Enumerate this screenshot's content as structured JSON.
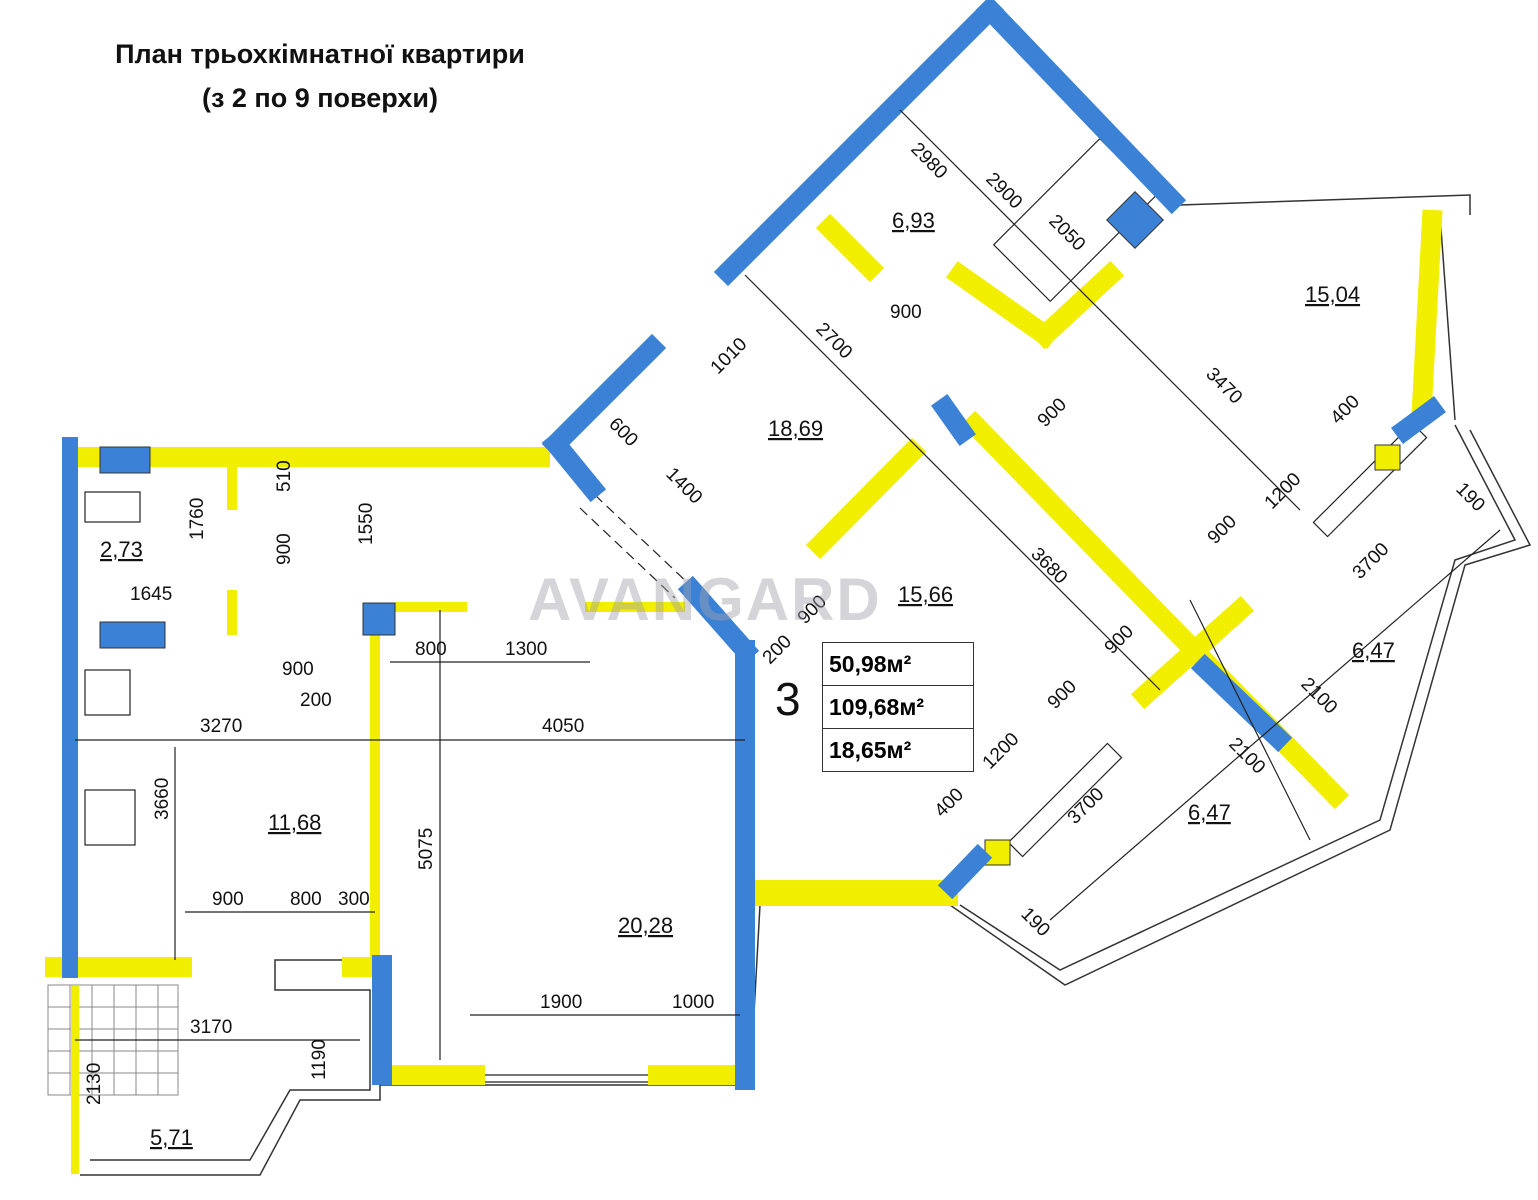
{
  "title": {
    "line1": "План трьохкімнатної квартири",
    "line2": "(з 2 по 9 поверхи)"
  },
  "watermark": "AVANGARD",
  "section_number": "3",
  "summary": {
    "living_area": "50,98м²",
    "total_area": "109,68м²",
    "kitchen_area": "18,65м²"
  },
  "rooms": {
    "bathroom": "6,93",
    "bedroom_ne": "15,04",
    "bedroom_n": "18,69",
    "hall": "15,66",
    "wc": "2,73",
    "kitchen": "11,68",
    "living": "20,28",
    "balcony_e1": "6,47",
    "balcony_e2": "6,47",
    "balcony_sw": "5,71"
  },
  "dims": [
    "2980",
    "2900",
    "2050",
    "900",
    "1010",
    "2700",
    "900",
    "3470",
    "400",
    "1200",
    "190",
    "600",
    "1400",
    "900",
    "3700",
    "3680",
    "900",
    "200",
    "900",
    "2100",
    "900",
    "1200",
    "400",
    "3700",
    "2100",
    "190",
    "1760",
    "510",
    "900",
    "1550",
    "1645",
    "800",
    "1300",
    "900",
    "200",
    "3270",
    "4050",
    "3660",
    "5075",
    "900",
    "800",
    "300",
    "1900",
    "1000",
    "3170",
    "1190",
    "2130"
  ],
  "colors": {
    "load_wall": "#3b82d6",
    "partition": "#f2ee00"
  }
}
